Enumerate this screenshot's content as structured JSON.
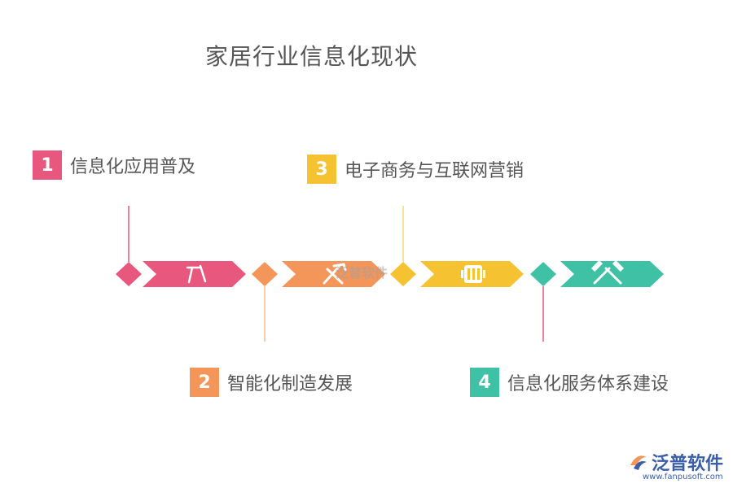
{
  "title": "家居行业信息化现状",
  "steps": [
    {
      "num": "1",
      "label": "信息化应用普及",
      "color": "#e8577d",
      "icon": "tools-icon"
    },
    {
      "num": "2",
      "label": "智能化制造发展",
      "color": "#f4955a",
      "icon": "hammer-wrench-icon"
    },
    {
      "num": "3",
      "label": "电子商务与互联网营销",
      "color": "#f5c232",
      "icon": "traffic-light-icon"
    },
    {
      "num": "4",
      "label": "信息化服务体系建设",
      "color": "#3fc1a6",
      "icon": "crossed-hammers-icon"
    }
  ],
  "watermark": "泛普软件",
  "logo": {
    "name": "泛普软件",
    "url": "www.fanpusoft.com",
    "color": "#3a5fa8"
  }
}
